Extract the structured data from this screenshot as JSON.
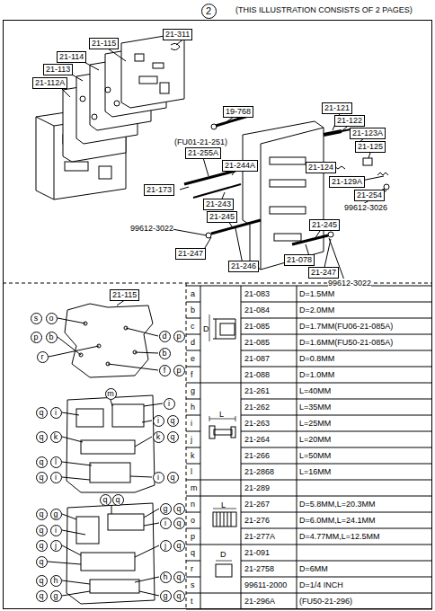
{
  "diagram": {
    "nodes": [
      {
        "text": [
          "2"
        ]
      },
      {
        "text": [
          "21-311"
        ]
      },
      {
        "text": [
          "21-115"
        ]
      },
      {
        "text": [
          "21-114"
        ]
      },
      {
        "text": [
          "21-113"
        ]
      },
      {
        "text": [
          "21-112A"
        ]
      },
      {
        "text": [
          "21-121"
        ]
      },
      {
        "text": [
          "21-122"
        ]
      },
      {
        "text": [
          "21-123A"
        ]
      },
      {
        "text": [
          "19-768"
        ]
      },
      {
        "text": [
          "21-255A"
        ]
      },
      {
        "text": [
          "21-125"
        ]
      },
      {
        "text": [
          "21-244A"
        ]
      },
      {
        "text": [
          "21-124"
        ]
      },
      {
        "text": [
          "21-129A"
        ]
      },
      {
        "text": [
          "21-173"
        ]
      },
      {
        "text": [
          "21-254"
        ]
      },
      {
        "text": [
          "21-243"
        ]
      },
      {
        "text": [
          "21-245"
        ]
      },
      {
        "text": [
          "21-245"
        ]
      },
      {
        "text": [
          "21-247"
        ]
      },
      {
        "text": [
          "21-246"
        ]
      },
      {
        "text": [
          "21-078"
        ]
      },
      {
        "text": [
          "21-247"
        ]
      },
      {
        "text": [
          "21-115"
        ]
      },
      {
        "text": [
          "s"
        ]
      },
      {
        "text": [
          "o"
        ]
      },
      {
        "text": [
          "p"
        ]
      },
      {
        "text": [
          "b"
        ]
      },
      {
        "text": [
          "r"
        ]
      },
      {
        "text": [
          "d"
        ]
      },
      {
        "text": [
          "p"
        ]
      },
      {
        "text": [
          "b"
        ]
      },
      {
        "text": [
          "f"
        ]
      },
      {
        "text": [
          "p"
        ]
      },
      {
        "text": [
          "m"
        ]
      },
      {
        "text": [
          "i"
        ]
      },
      {
        "text": [
          "q"
        ]
      },
      {
        "text": [
          "i"
        ]
      },
      {
        "text": [
          "i"
        ]
      },
      {
        "text": [
          "q"
        ]
      },
      {
        "text": [
          "q"
        ]
      },
      {
        "text": [
          "k"
        ]
      },
      {
        "text": [
          "k"
        ]
      },
      {
        "text": [
          "q"
        ]
      },
      {
        "text": [
          "q"
        ]
      },
      {
        "text": [
          "l"
        ]
      },
      {
        "text": [
          "q"
        ]
      },
      {
        "text": [
          "i"
        ]
      },
      {
        "text": [
          "i"
        ]
      },
      {
        "text": [
          "q"
        ]
      },
      {
        "text": [
          "q"
        ]
      },
      {
        "text": [
          "q"
        ]
      },
      {
        "text": [
          "g"
        ]
      },
      {
        "text": [
          "q"
        ]
      },
      {
        "text": [
          "q"
        ]
      },
      {
        "text": [
          "g"
        ]
      },
      {
        "text": [
          "i"
        ]
      },
      {
        "text": [
          "q"
        ]
      },
      {
        "text": [
          "q"
        ]
      },
      {
        "text": [
          "i"
        ]
      },
      {
        "text": [
          "q"
        ]
      },
      {
        "text": [
          "j"
        ]
      },
      {
        "text": [
          "j"
        ]
      },
      {
        "text": [
          "q"
        ]
      },
      {
        "text": [
          "q"
        ]
      },
      {
        "text": [
          "q"
        ]
      },
      {
        "text": [
          "h"
        ]
      },
      {
        "text": [
          "h"
        ]
      },
      {
        "text": [
          "q"
        ]
      },
      {
        "text": [
          "q"
        ]
      },
      {
        "text": [
          "g"
        ]
      },
      {
        "text": [
          "g"
        ]
      },
      {
        "text": [
          "q"
        ]
      }
    ],
    "labels": [
      "(THIS ILLUSTRATION CONSISTS OF  2 PAGES)",
      "(FU01-21-251)",
      "99612-3022",
      "99612-3026",
      "99612-3022",
      "a",
      "21-083",
      "D=1.5MM",
      "b",
      "21-084",
      "D=2.0MM",
      "c",
      "21-085",
      "D=1.7MM(FU06-21-085A)",
      "d",
      "21-085",
      "D=1.6MM(FU50-21-085A)",
      "e",
      "21-087",
      "D=0.8MM",
      "f",
      "21-088",
      "D=1.0MM",
      "g",
      "21-261",
      "L=40MM",
      "h",
      "21-262",
      "L=35MM",
      "i",
      "21-263",
      "L=25MM",
      "j",
      "21-264",
      "L=20MM",
      "k",
      "21-266",
      "L=50MM",
      "l",
      "21-2868",
      "L=16MM",
      "m",
      "21-289",
      "n",
      "21-267",
      "D=5.8MM,L=20.3MM",
      "o",
      "21-276",
      "D=6.0MM,L=24.1MM",
      "p",
      "21-277A",
      "D=4.77MM,L=12.5MM",
      "q",
      "21-091",
      "r",
      "21-2758",
      "D=6MM",
      "s",
      "99611-2000",
      "D=1/4 INCH",
      "t",
      "21-296A",
      "(FU50-21-296)",
      "D",
      "L",
      "L",
      "D"
    ]
  }
}
